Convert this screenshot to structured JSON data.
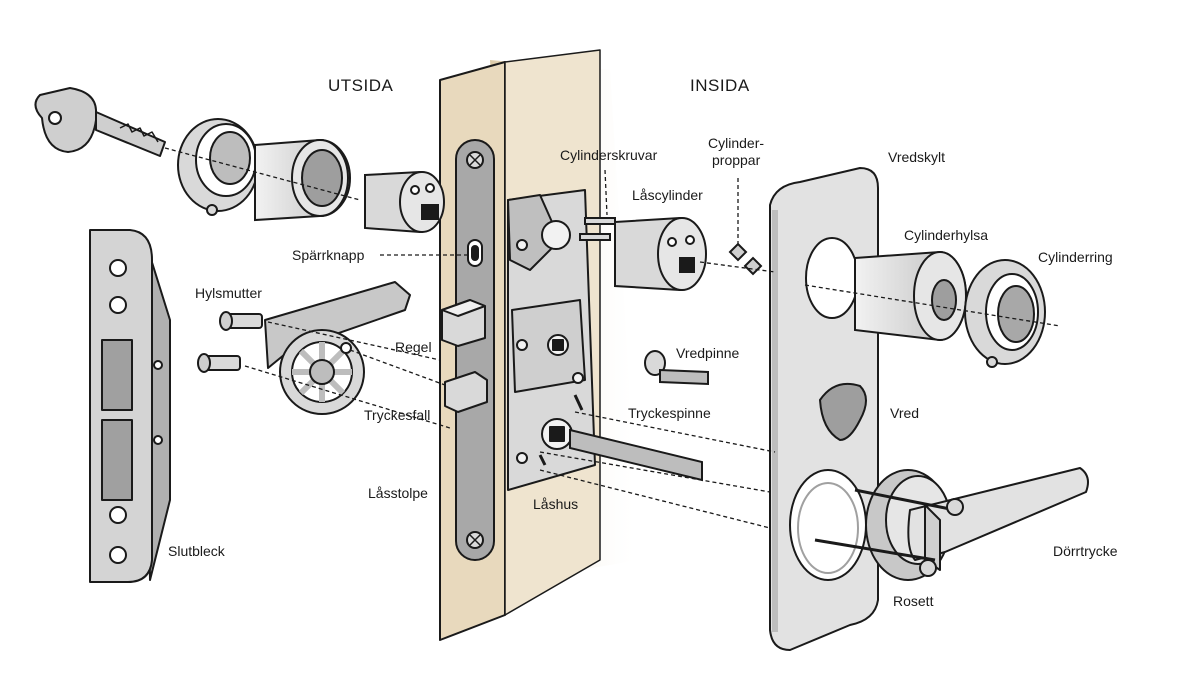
{
  "headings": {
    "outside": "UTSIDA",
    "inside": "INSIDA"
  },
  "labels": {
    "cylinderskruvar": "Cylinderskruvar",
    "cylinderproppar_1": "Cylinder-",
    "cylinderproppar_2": "proppar",
    "vredskylt": "Vredskylt",
    "lascylinder": "Låscylinder",
    "sparrknapp": "Spärrknapp",
    "cylinderhylsa": "Cylinderhylsa",
    "cylinderring": "Cylinderring",
    "hylsmutter": "Hylsmutter",
    "regel": "Regel",
    "vredpinne": "Vredpinne",
    "tryckesfall": "Tryckesfall",
    "tryckespinne": "Tryckespinne",
    "vred": "Vred",
    "lasstolpe": "Låsstolpe",
    "lashus": "Låshus",
    "slutbleck": "Slutbleck",
    "dorrtrycke": "Dörrtrycke",
    "rosett": "Rosett"
  },
  "colors": {
    "outline": "#1a1a1a",
    "metal": "#d9d9d9",
    "metal_dark": "#a8a8a8",
    "wood": "#e8d9bd",
    "wood_edge": "#c9b48e",
    "plate": "#e2e2e2"
  }
}
